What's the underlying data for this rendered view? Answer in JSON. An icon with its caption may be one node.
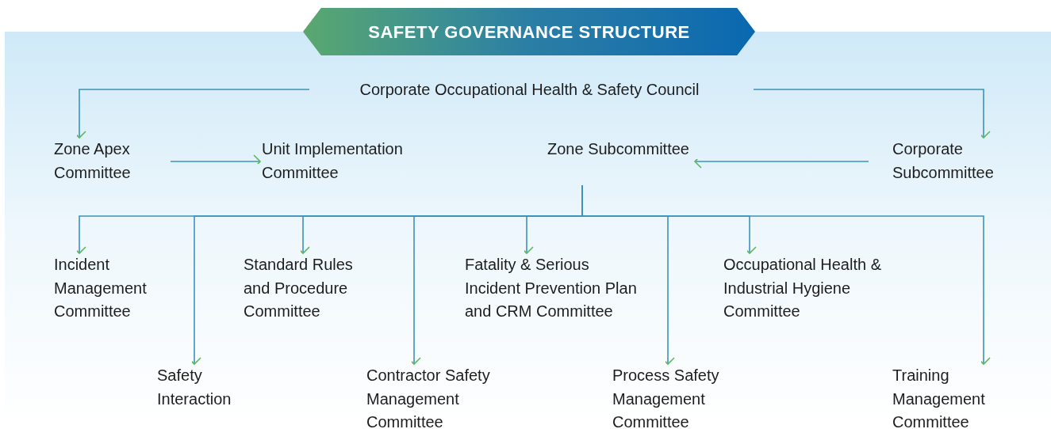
{
  "diagram": {
    "title": "SAFETY GOVERNANCE STRUCTURE",
    "nodes": [
      {
        "text": [
          "Corporate Occupational Health & Safety Council"
        ]
      },
      {
        "text": [
          "Zone Apex Committee"
        ]
      },
      {
        "text": [
          "Unit Implementation Committee"
        ]
      },
      {
        "text": [
          "Zone Subcommittee"
        ]
      },
      {
        "text": [
          "Corporate Subcommittee"
        ]
      },
      {
        "text": [
          "Incident Management Committee"
        ]
      },
      {
        "text": [
          "Safety Interaction"
        ]
      },
      {
        "text": [
          "Standard Rules and Procedure Committee"
        ]
      },
      {
        "text": [
          "Contractor Safety Management Committee"
        ]
      },
      {
        "text": [
          "Fatality & Serious Incident Prevention Plan and CRM Committee"
        ]
      },
      {
        "text": [
          "Process Safety Management Committee"
        ]
      },
      {
        "text": [
          "Occupational Health & Industrial Hygiene Committee"
        ]
      },
      {
        "text": [
          "Training Management Committee"
        ]
      }
    ],
    "edges": [
      {
        "from": 0,
        "to": 1,
        "arrow": "to"
      },
      {
        "from": 0,
        "to": 4,
        "arrow": "to"
      },
      {
        "from": 1,
        "to": 2,
        "arrow": "to"
      },
      {
        "from": 4,
        "to": 3,
        "arrow": "to"
      },
      {
        "from": 3,
        "to": 5,
        "arrow": "to"
      },
      {
        "from": 3,
        "to": 6,
        "arrow": "to"
      },
      {
        "from": 3,
        "to": 7,
        "arrow": "to"
      },
      {
        "from": 3,
        "to": 8,
        "arrow": "to"
      },
      {
        "from": 3,
        "to": 9,
        "arrow": "to"
      },
      {
        "from": 3,
        "to": 10,
        "arrow": "to"
      },
      {
        "from": 3,
        "to": 11,
        "arrow": "to"
      },
      {
        "from": 3,
        "to": 12,
        "arrow": "to"
      }
    ]
  }
}
